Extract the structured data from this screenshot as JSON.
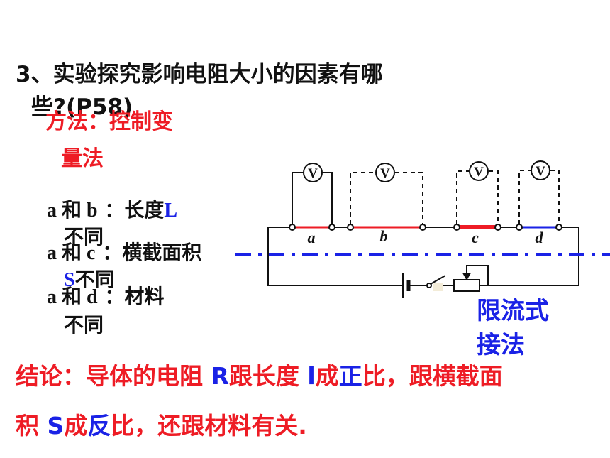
{
  "question": {
    "line1": "3、实验探究影响电阻大小的因素有哪",
    "line2": "些?(P58)"
  },
  "method": {
    "line1": "方法：控制变",
    "line2": "量法"
  },
  "pairs": {
    "ab": {
      "letters": "a 和 b",
      "colon": "：",
      "desc": "长度",
      "var": "L",
      "tail": "不同"
    },
    "ac": {
      "letters": "a 和 c",
      "colon": "：",
      "desc": "横截面积",
      "var": "S",
      "tail": "不同"
    },
    "ad": {
      "letters": "a 和 d",
      "colon": "：",
      "desc": "材料",
      "tail": "不同"
    }
  },
  "circuit": {
    "voltmeter_symbol": "V",
    "wire_labels": [
      "a",
      "b",
      "c",
      "d"
    ]
  },
  "connection_note": {
    "line1": "限流式",
    "line2": "接法"
  },
  "conclusion": {
    "p1": "结论：导体的电阻 ",
    "R": "R",
    "p2": "跟长度 ",
    "l": "l",
    "p3": "成",
    "zheng": "正",
    "p4": "比，跟横截面",
    "p5": "积 ",
    "S": "S",
    "p6": "成",
    "fan": "反",
    "p7": "比，还跟材料有关."
  },
  "colors": {
    "red": "#ee1c25",
    "blue": "#1a22e6",
    "text": "#111111"
  }
}
